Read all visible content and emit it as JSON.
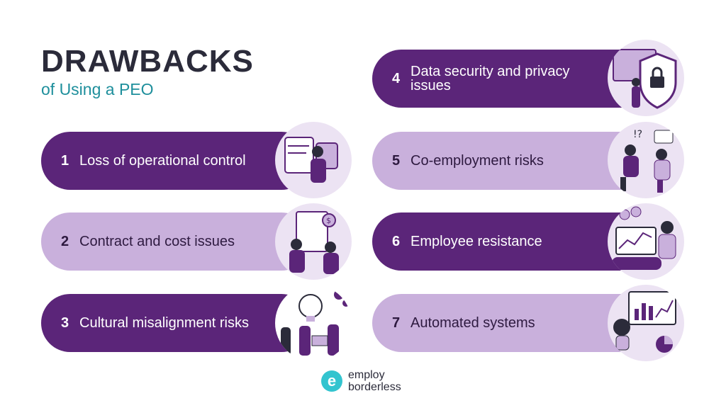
{
  "header": {
    "title": "DRAWBACKS",
    "subtitle": "of Using a PEO"
  },
  "items": [
    {
      "num": "1",
      "label": "Loss of operational control",
      "style": "dark",
      "icon": "person-with-data-screens-illustration"
    },
    {
      "num": "2",
      "label": "Contract and cost issues",
      "style": "light",
      "icon": "contract-negotiation-illustration"
    },
    {
      "num": "3",
      "label": "Cultural misalignment risks",
      "style": "dark",
      "icon": "team-lightbulb-illustration"
    },
    {
      "num": "4",
      "label": "Data security and privacy issues",
      "style": "dark",
      "icon": "security-shield-lock-illustration"
    },
    {
      "num": "5",
      "label": "Co-employment risks",
      "style": "light",
      "icon": "two-people-discussion-illustration"
    },
    {
      "num": "6",
      "label": "Employee resistance",
      "style": "dark",
      "icon": "worried-employee-illustration"
    },
    {
      "num": "7",
      "label": "Automated systems",
      "style": "light",
      "icon": "robot-analytics-illustration"
    }
  ],
  "logo": {
    "mark": "e",
    "line1": "employ",
    "line2": "borderless"
  },
  "colors": {
    "dark_purple": "#5b2579",
    "light_purple": "#c9b0dc",
    "title": "#2b2b3a",
    "subtitle": "#1e8f9c",
    "logo_mark": "#33c4cf"
  }
}
